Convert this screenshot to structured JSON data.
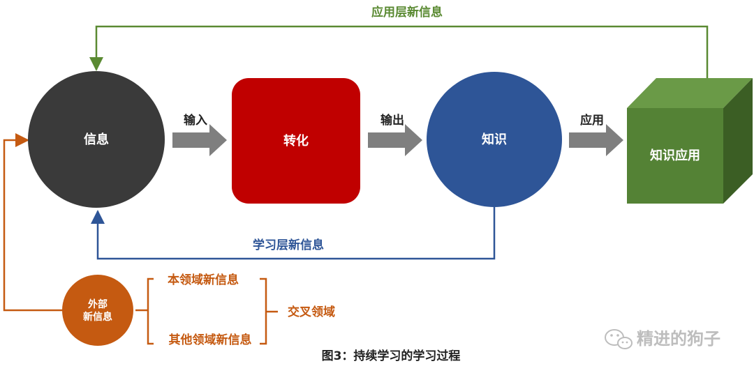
{
  "nodes": {
    "info": "信息",
    "transform": "转化",
    "knowledge": "知识",
    "knowledge_application": "知识应用",
    "external_line1": "外部",
    "external_line2": "新信息"
  },
  "edges": {
    "input": "输入",
    "output": "输出",
    "apply": "应用",
    "app_layer_feedback": "应用层新信息",
    "learning_layer_feedback": "学习层新信息"
  },
  "external_sources": {
    "same_domain": "本领域新信息",
    "other_domain": "其他领域新信息",
    "cross_domain": "交叉领域"
  },
  "caption": "图3：持续学习的学习过程",
  "watermark": "精进的狗子",
  "colors": {
    "info_circle": "#3a3a3a",
    "transform_box": "#c00000",
    "knowledge_circle": "#2e5597",
    "application_cube": "#548235",
    "green_line": "#5a8a32",
    "blue_line": "#2e5597",
    "orange": "#c55a11",
    "arrow_gray": "#7f7f7f"
  },
  "icons": [
    "wechat-icon"
  ]
}
